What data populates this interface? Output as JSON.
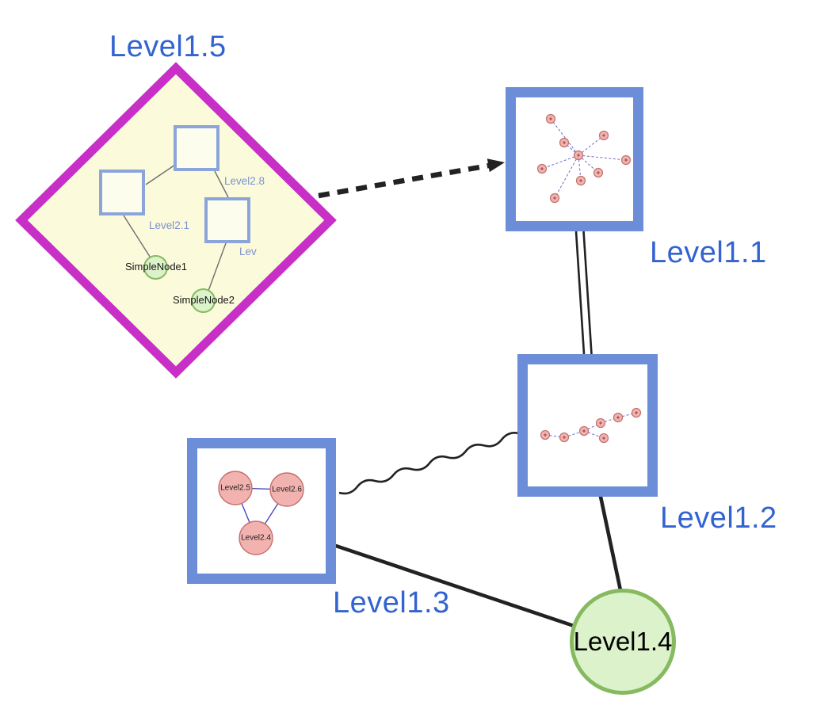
{
  "colors": {
    "label_blue": "#3263d0",
    "box_border_blue": "#6c8ed9",
    "diamond_magenta": "#c72fc7",
    "diamond_fill": "#fbfbdc",
    "green_node_fill": "#dcf2ca",
    "green_node_border": "#87ba60",
    "pink_node_fill": "#f2b3b0",
    "pink_node_border": "#c4706d",
    "edge_black": "#222222",
    "inner_label_blue": "#7c91d0"
  },
  "nodes": {
    "level15": {
      "label": "Level1.5",
      "shape": "diamond",
      "children": {
        "level28": {
          "label": "Level2.8",
          "shape": "square"
        },
        "level21": {
          "label": "Level2.1",
          "shape": "square"
        },
        "lev": {
          "label": "Lev",
          "shape": "square"
        },
        "simplenode1": {
          "label": "SimpleNode1",
          "shape": "circle"
        },
        "simplenode2": {
          "label": "SimpleNode2",
          "shape": "circle"
        }
      }
    },
    "level11": {
      "label": "Level1.1",
      "shape": "group-box"
    },
    "level12": {
      "label": "Level1.2",
      "shape": "group-box"
    },
    "level13": {
      "label": "Level1.3",
      "shape": "group-box",
      "children": {
        "level25": {
          "label": "Level2.5"
        },
        "level26": {
          "label": "Level2.6"
        },
        "level24": {
          "label": "Level2.4"
        }
      }
    },
    "level14": {
      "label": "Level1.4",
      "shape": "circle"
    }
  },
  "edges": [
    {
      "from": "Level1.5",
      "to": "Level1.1",
      "style": "dashed-arrow"
    },
    {
      "from": "Level1.1",
      "to": "Level1.2",
      "style": "double-line"
    },
    {
      "from": "Level1.3",
      "to": "Level1.2",
      "style": "wavy"
    },
    {
      "from": "Level1.3",
      "to": "Level1.4",
      "style": "solid"
    },
    {
      "from": "Level1.2",
      "to": "Level1.4",
      "style": "solid"
    }
  ]
}
